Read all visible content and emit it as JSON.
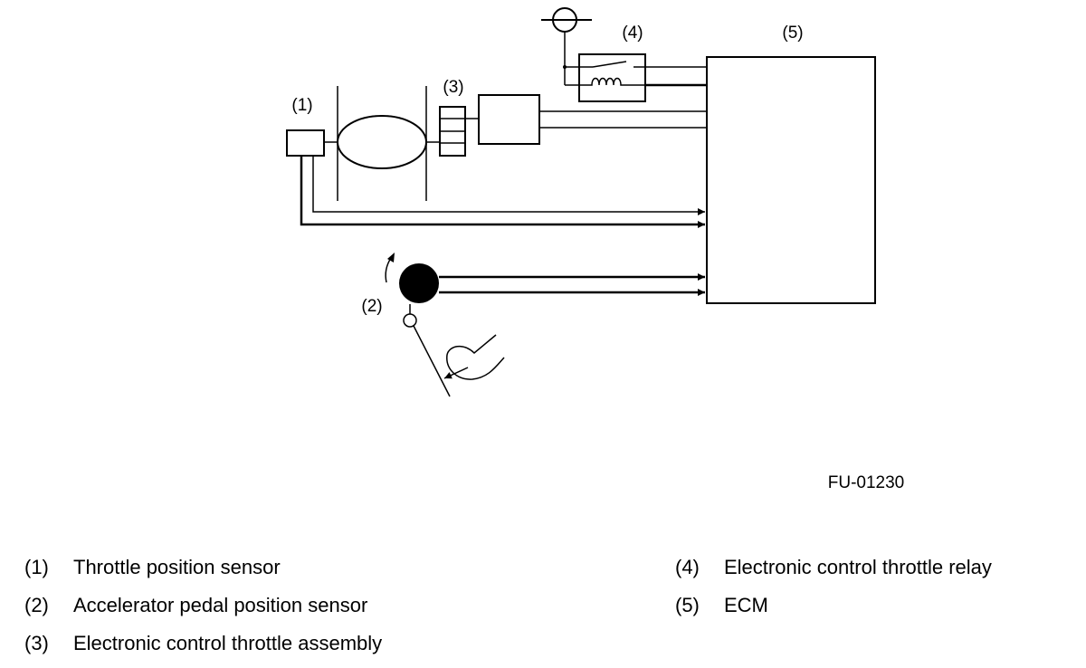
{
  "diagram": {
    "callouts": {
      "c1": "(1)",
      "c2": "(2)",
      "c3": "(3)",
      "c4": "(4)",
      "c5": "(5)"
    },
    "figure_id": "FU-01230"
  },
  "legend": [
    {
      "number": "(1)",
      "text": "Throttle position sensor"
    },
    {
      "number": "(2)",
      "text": "Accelerator pedal position sensor"
    },
    {
      "number": "(3)",
      "text": "Electronic control throttle assembly"
    },
    {
      "number": "(4)",
      "text": "Electronic control throttle relay"
    },
    {
      "number": "(5)",
      "text": "ECM"
    }
  ]
}
